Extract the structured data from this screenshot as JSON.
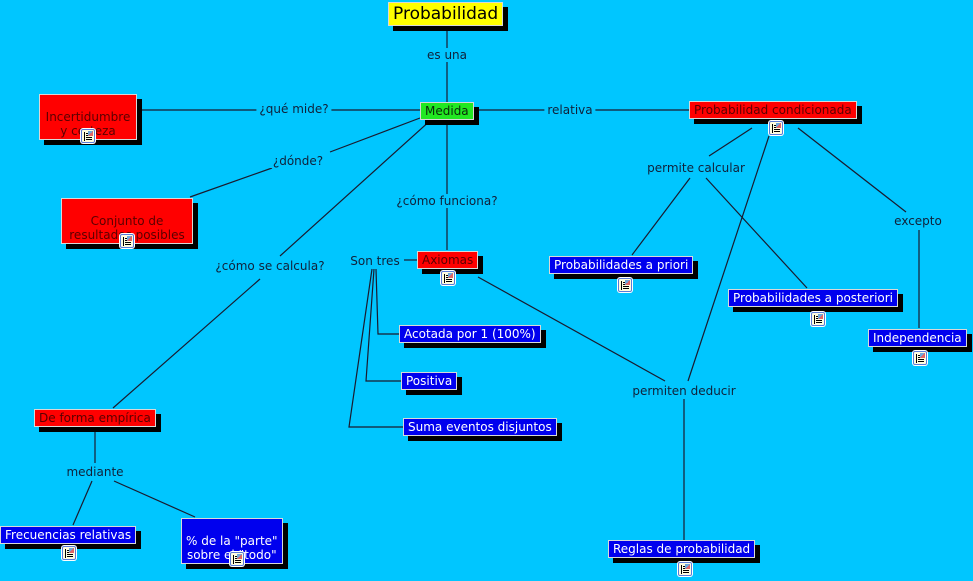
{
  "map": {
    "title": "Probabilidad",
    "background_color": "#00c6ff",
    "colors": {
      "root": "#ffff00",
      "hub": "#22e822",
      "category": "#ff0000",
      "leaf": "#0000ee"
    },
    "concepts": {
      "probabilidad": {
        "label": "Probabilidad",
        "style": "yellow"
      },
      "medida": {
        "label": "Medida",
        "style": "green"
      },
      "incertidumbre": {
        "label": "Incertidumbre\ny certeza",
        "style": "red",
        "has_resource": true
      },
      "conjunto": {
        "label": "Conjunto de\nresultados posibles",
        "style": "red",
        "has_resource": true
      },
      "prob_condicionada": {
        "label": "Probabilidad condicionada",
        "style": "red",
        "has_resource": true
      },
      "axiomas": {
        "label": "Axiomas",
        "style": "red",
        "has_resource": true
      },
      "forma_empirica": {
        "label": "De forma empírica",
        "style": "red",
        "has_resource": false
      },
      "prob_priori": {
        "label": "Probabilidades a priori",
        "style": "blue",
        "has_resource": true
      },
      "prob_posteriori": {
        "label": "Probabilidades a posteriori",
        "style": "blue",
        "has_resource": true
      },
      "independencia": {
        "label": "Independencia",
        "style": "blue",
        "has_resource": true
      },
      "acotada": {
        "label": "Acotada por 1 (100%)",
        "style": "blue",
        "has_resource": false
      },
      "positiva": {
        "label": "Positiva",
        "style": "blue",
        "has_resource": false
      },
      "suma": {
        "label": "Suma eventos disjuntos",
        "style": "blue",
        "has_resource": false
      },
      "frecuencias": {
        "label": "Frecuencias relativas",
        "style": "blue",
        "has_resource": true
      },
      "porcentaje": {
        "label": "% de la \"parte\"\nsobre el \"todo\"",
        "style": "blue",
        "has_resource": true
      },
      "reglas": {
        "label": "Reglas de probabilidad",
        "style": "blue",
        "has_resource": true
      }
    },
    "link_labels": {
      "es_una": "es una",
      "que_mide": "¿qué mide?",
      "relativa": "relativa",
      "donde": "¿dónde?",
      "como_funciona": "¿cómo funciona?",
      "como_se_calcula": "¿cómo se calcula?",
      "son_tres": "Son tres",
      "permite_calcular": "permite calcular",
      "excepto": "excepto",
      "permiten_deducir": "permiten deducir",
      "mediante": "mediante"
    },
    "resource_icon": "document-with-image-icon"
  }
}
